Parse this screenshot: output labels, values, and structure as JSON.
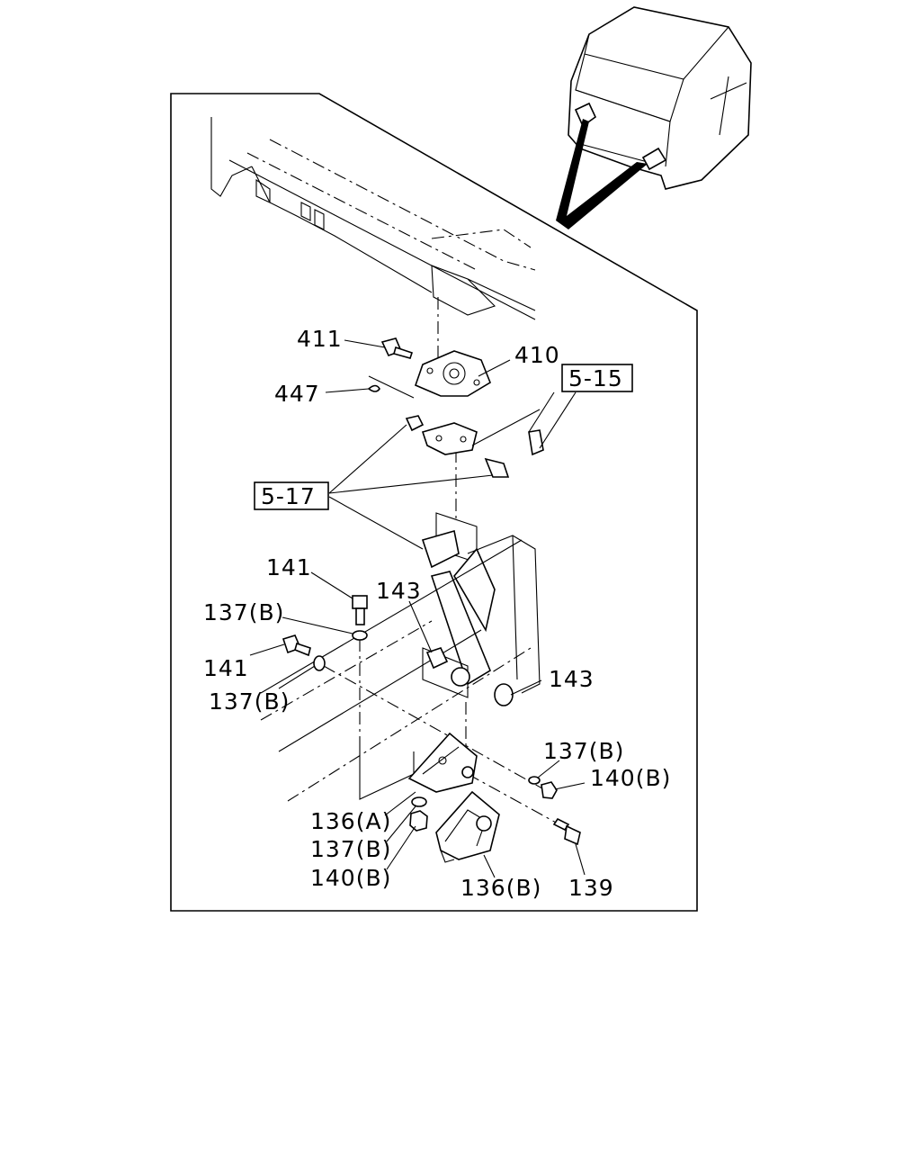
{
  "callouts": {
    "p411": "411",
    "p410": "410",
    "p447": "447",
    "ref515": "5-15",
    "ref517": "5-17",
    "p141a": "141",
    "p137b_a": "137(B)",
    "p143a": "143",
    "p141b": "141",
    "p137b_b": "137(B)",
    "p143b": "143",
    "p137b_c": "137(B)",
    "p140b_a": "140(B)",
    "p136a": "136(A)",
    "p137b_d": "137(B)",
    "p140b_b": "140(B)",
    "p136b": "136(B)",
    "p139": "139"
  }
}
